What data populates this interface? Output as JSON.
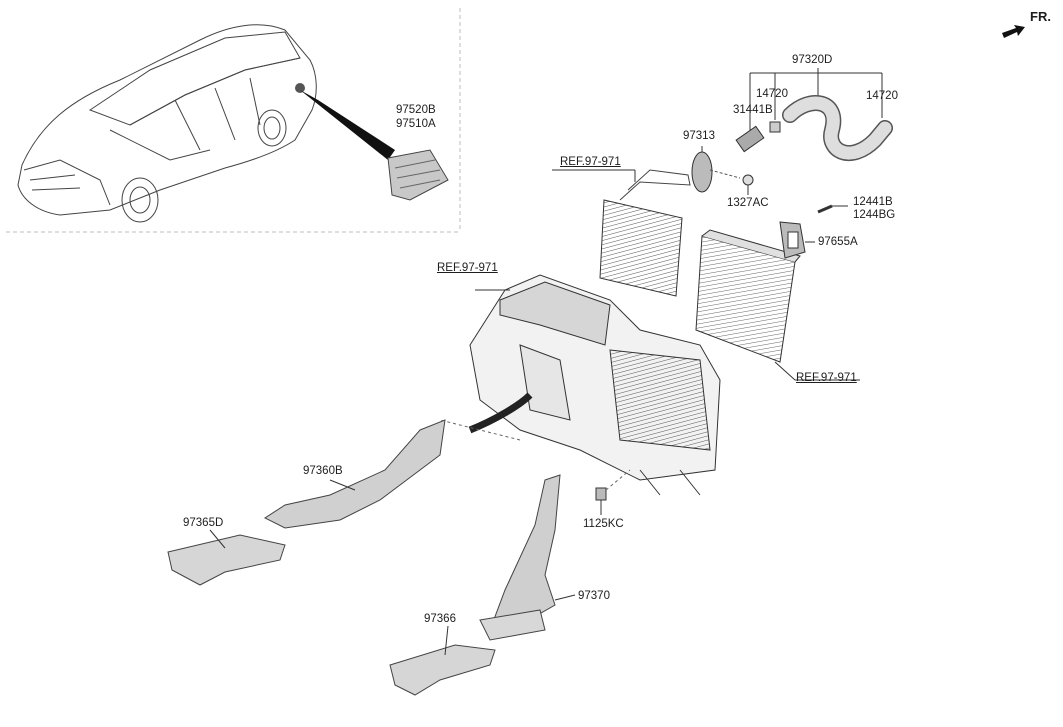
{
  "front_marker": "FR.",
  "labels": {
    "p97520B": "97520B",
    "p97510A": "97510A",
    "p97320D": "97320D",
    "p14720a": "14720",
    "p14720b": "14720",
    "p31441B": "31441B",
    "p97313": "97313",
    "p1327AC": "1327AC",
    "p12441B": "12441B",
    "p1244BG": "1244BG",
    "p97655A": "97655A",
    "p97360B": "97360B",
    "p97365D": "97365D",
    "p97370": "97370",
    "p97366": "97366",
    "p1125KC": "1125KC"
  },
  "references": {
    "ref_heater_core": "REF.97-971",
    "ref_case": "REF.97-971",
    "ref_evaporator": "REF.97-971"
  },
  "colors": {
    "line": "#3a3a3a",
    "part_fill": "#d8d8d8",
    "part_dark": "#9a9a9a",
    "inset_border": "#bbbbbb"
  }
}
